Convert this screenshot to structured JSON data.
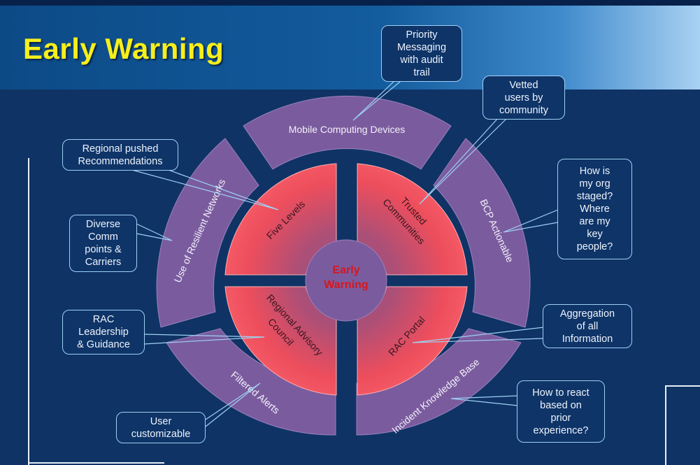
{
  "title": "Early Warning",
  "center": {
    "line1": "Early",
    "line2": "Warning"
  },
  "inner_quadrants": [
    {
      "id": "q-top-left",
      "label": "Five Levels"
    },
    {
      "id": "q-top-right",
      "label_line1": "Trusted",
      "label_line2": "Communities"
    },
    {
      "id": "q-bottom-left",
      "label_line1": "Regional Advisory",
      "label_line2": "Council"
    },
    {
      "id": "q-bottom-right",
      "label": "RAC Portal"
    }
  ],
  "outer_segments": [
    {
      "id": "seg-top",
      "label": "Mobile Computing Devices"
    },
    {
      "id": "seg-right",
      "label": "BCP Actionable"
    },
    {
      "id": "seg-bottom-right",
      "label": "Incident Knowledge Base"
    },
    {
      "id": "seg-bottom-left",
      "label": "Filtered Alerts"
    },
    {
      "id": "seg-left",
      "label": "Use of Resilient Networks"
    }
  ],
  "callouts": [
    {
      "id": "priority",
      "text": "Priority\nMessaging\nwith audit\ntrail"
    },
    {
      "id": "vetted",
      "text": "Vetted\nusers by\ncommunity"
    },
    {
      "id": "regional",
      "text": "Regional pushed\nRecommendations"
    },
    {
      "id": "diverse",
      "text": "Diverse\nComm\npoints &\nCarriers"
    },
    {
      "id": "staged",
      "text": "How is\nmy org\nstaged?\nWhere\nare my\nkey\npeople?"
    },
    {
      "id": "rac",
      "text": "RAC\nLeadership\n& Guidance"
    },
    {
      "id": "aggregation",
      "text": "Aggregation\nof all\nInformation"
    },
    {
      "id": "react",
      "text": "How to react\nbased on\nprior\nexperience?"
    },
    {
      "id": "user",
      "text": "User\ncustomizable"
    }
  ],
  "colors": {
    "background": "#0f3365",
    "title": "#f5ef1c",
    "outer_ring": "#7a5c9e",
    "inner_quadrant": "#f0515c",
    "center_text": "#d7161e"
  }
}
